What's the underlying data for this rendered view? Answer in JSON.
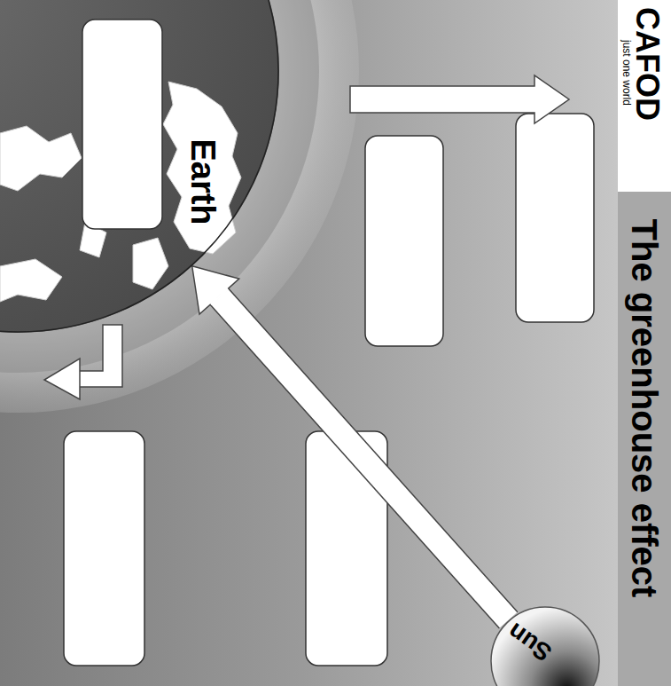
{
  "diagram": {
    "title": "The greenhouse effect",
    "nodes": [
      {
        "text": [
          "Earth"
        ]
      },
      {
        "text": [
          "Sun"
        ]
      }
    ],
    "edges": [
      {
        "from": 1,
        "to": 0,
        "arrow": "to"
      }
    ],
    "labels": [
      "CAFOD",
      "just one world"
    ]
  }
}
